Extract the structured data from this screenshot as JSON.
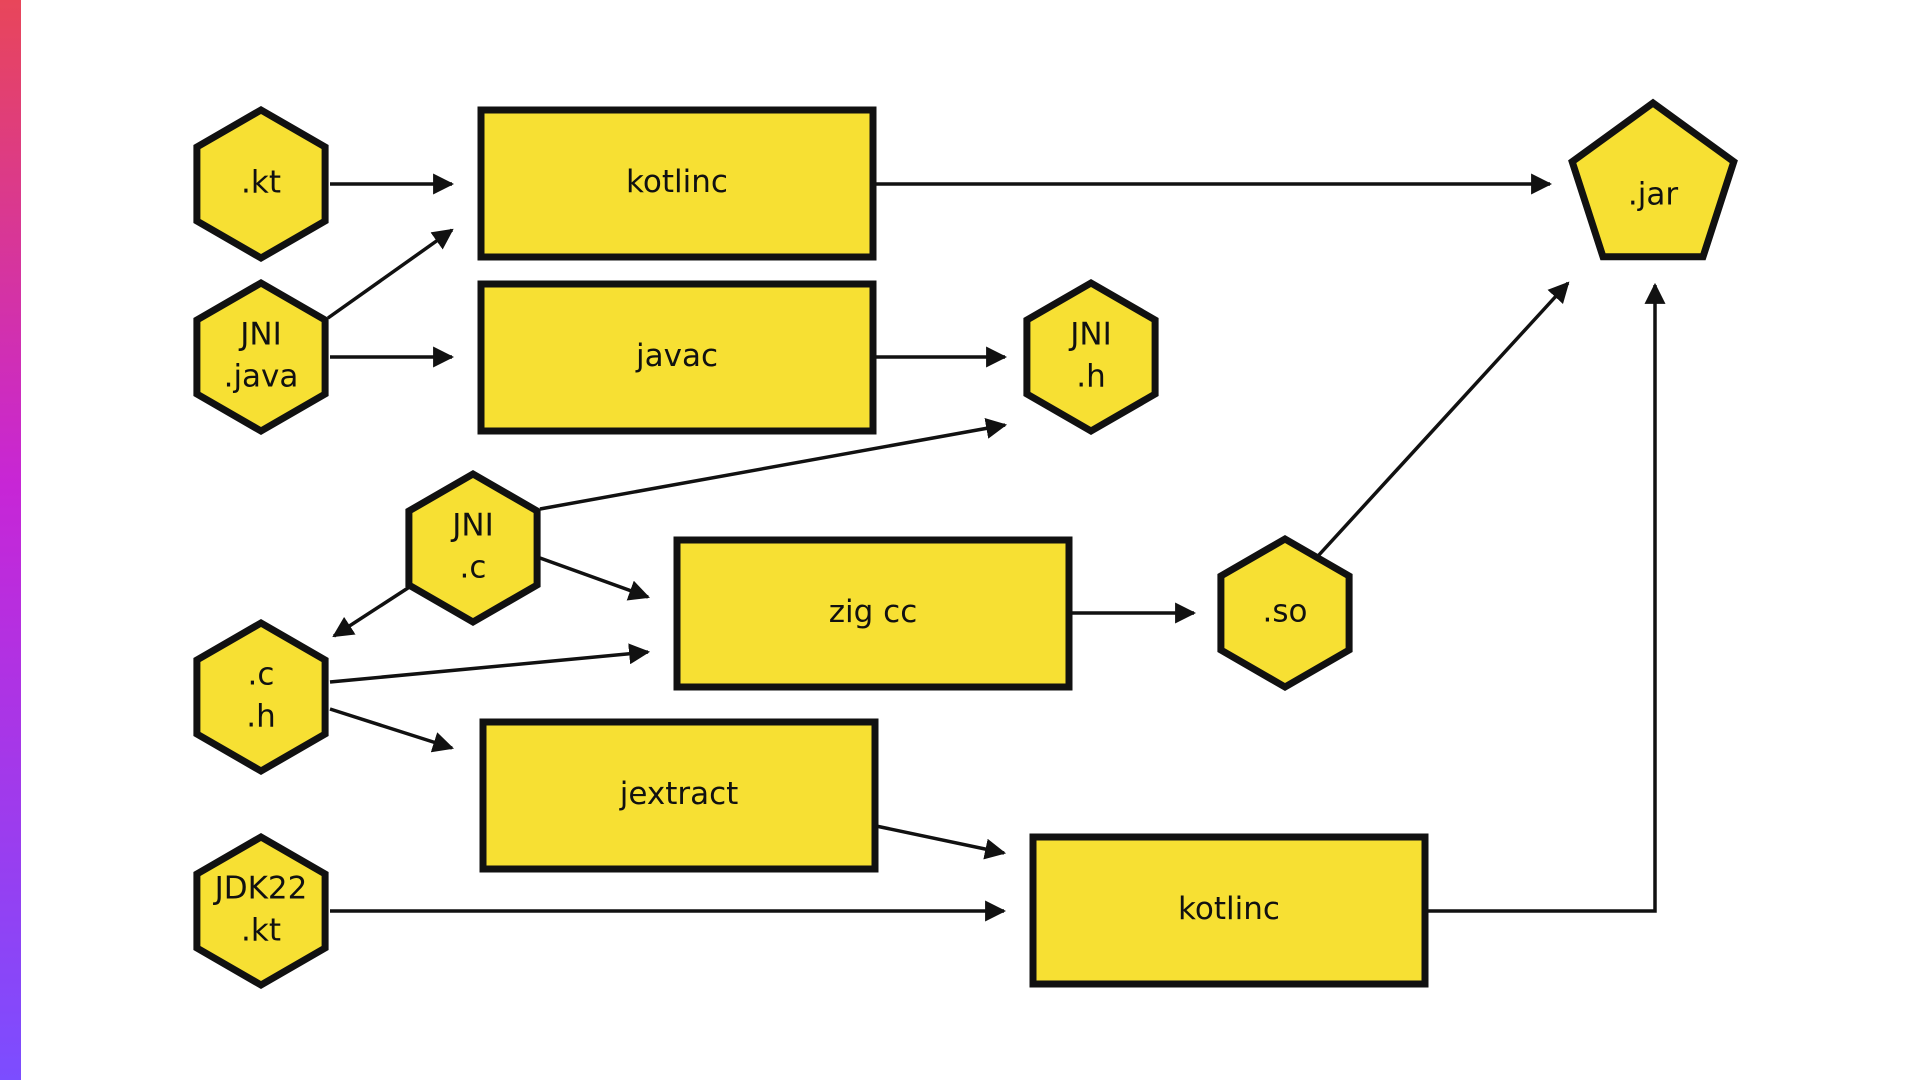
{
  "colors": {
    "node_fill": "#f7e033",
    "stroke": "#111111",
    "background": "#ffffff",
    "accent_gradient": [
      "#e8465a",
      "#c726d6",
      "#7c4dff"
    ]
  },
  "nodes": {
    "kt_input": {
      "shape": "hexagon",
      "lines": [
        ".kt"
      ]
    },
    "jni_java": {
      "shape": "hexagon",
      "lines": [
        "JNI",
        ".java"
      ]
    },
    "jni_c": {
      "shape": "hexagon",
      "lines": [
        "JNI",
        ".c"
      ]
    },
    "c_h": {
      "shape": "hexagon",
      "lines": [
        ".c",
        ".h"
      ]
    },
    "jdk22_kt": {
      "shape": "hexagon",
      "lines": [
        "JDK22",
        ".kt"
      ]
    },
    "jni_h": {
      "shape": "hexagon",
      "lines": [
        "JNI",
        ".h"
      ]
    },
    "so": {
      "shape": "hexagon",
      "lines": [
        ".so"
      ]
    },
    "jar": {
      "shape": "pentagon",
      "lines": [
        ".jar"
      ]
    },
    "kotlinc_top": {
      "shape": "rect",
      "lines": [
        "kotlinc"
      ]
    },
    "javac": {
      "shape": "rect",
      "lines": [
        "javac"
      ]
    },
    "zig_cc": {
      "shape": "rect",
      "lines": [
        "zig cc"
      ]
    },
    "jextract": {
      "shape": "rect",
      "lines": [
        "jextract"
      ]
    },
    "kotlinc_bottom": {
      "shape": "rect",
      "lines": [
        "kotlinc"
      ]
    }
  },
  "edges": [
    {
      "from": "kt_input",
      "to": "kotlinc_top"
    },
    {
      "from": "jni_java",
      "to": "kotlinc_top"
    },
    {
      "from": "jni_java",
      "to": "javac"
    },
    {
      "from": "kotlinc_top",
      "to": "jar"
    },
    {
      "from": "javac",
      "to": "jni_h"
    },
    {
      "from": "jni_c",
      "to": "jni_h"
    },
    {
      "from": "jni_c",
      "to": "zig_cc"
    },
    {
      "from": "jni_c",
      "to": "c_h"
    },
    {
      "from": "c_h",
      "to": "zig_cc"
    },
    {
      "from": "c_h",
      "to": "jextract"
    },
    {
      "from": "zig_cc",
      "to": "so"
    },
    {
      "from": "so",
      "to": "jar"
    },
    {
      "from": "jextract",
      "to": "kotlinc_bottom"
    },
    {
      "from": "jdk22_kt",
      "to": "kotlinc_bottom"
    },
    {
      "from": "kotlinc_bottom",
      "to": "jar"
    }
  ]
}
